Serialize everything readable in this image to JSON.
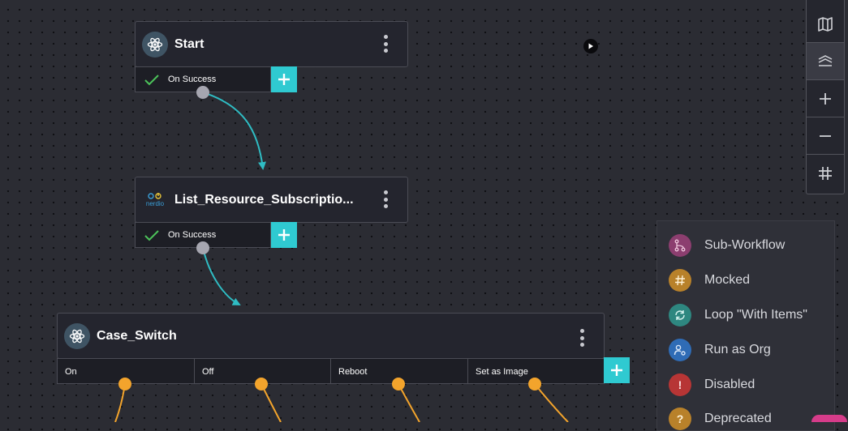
{
  "nodes": {
    "start": {
      "title": "Start",
      "output_label": "On Success"
    },
    "list_resource": {
      "title": "List_Resource_Subscriptio...",
      "output_label": "On Success",
      "brand_text": "nerdio"
    },
    "case_switch": {
      "title": "Case_Switch",
      "cases": [
        "On",
        "Off",
        "Reboot",
        "Set as Image"
      ]
    }
  },
  "toolbar": {
    "buttons": [
      {
        "name": "map-icon"
      },
      {
        "name": "layers-icon"
      },
      {
        "name": "zoom-in-icon"
      },
      {
        "name": "zoom-out-icon"
      },
      {
        "name": "grid-icon"
      }
    ]
  },
  "legend": {
    "items": [
      {
        "label": "Sub-Workflow",
        "color": "#8c3e6f",
        "icon": "sub-workflow-icon"
      },
      {
        "label": "Mocked",
        "color": "#b8812a",
        "icon": "hash-icon"
      },
      {
        "label": "Loop \"With Items\"",
        "color": "#2e8780",
        "icon": "loop-icon"
      },
      {
        "label": "Run as Org",
        "color": "#2f6cb6",
        "icon": "user-gear-icon"
      },
      {
        "label": "Disabled",
        "color": "#b73535",
        "icon": "exclamation-icon"
      },
      {
        "label": "Deprecated",
        "color": "#b8812a",
        "icon": "question-icon"
      }
    ]
  },
  "colors": {
    "accent_teal": "#2fcad1",
    "connector_orange": "#f3a42c",
    "connector_gray": "#a6a6b0",
    "background": "#2b2c33"
  }
}
